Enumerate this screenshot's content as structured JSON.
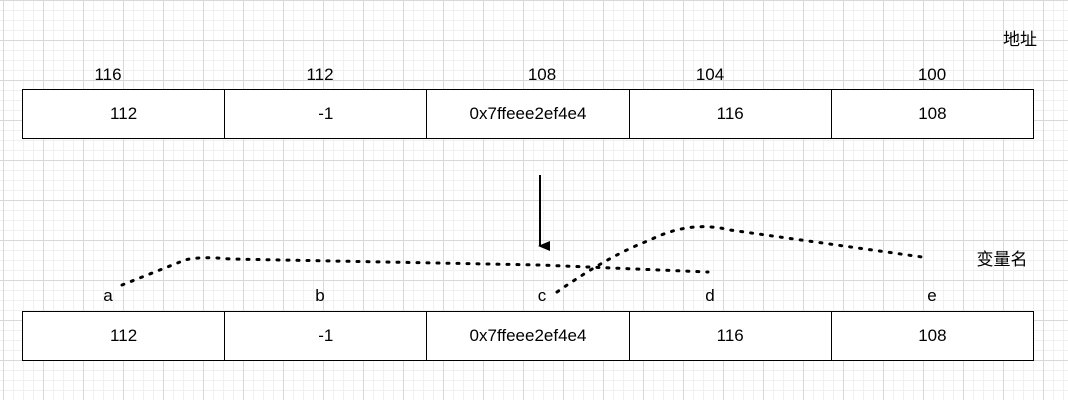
{
  "top": {
    "title": "地址",
    "addresses": [
      "116",
      "112",
      "108",
      "104",
      "100"
    ],
    "cells": [
      "112",
      "-1",
      "0x7ffeee2ef4e4",
      "116",
      "108"
    ]
  },
  "bottom": {
    "title": "变量名",
    "names": [
      "a",
      "b",
      "c",
      "d",
      "e"
    ],
    "cells": [
      "112",
      "-1",
      "0x7ffeee2ef4e4",
      "116",
      "108"
    ]
  }
}
